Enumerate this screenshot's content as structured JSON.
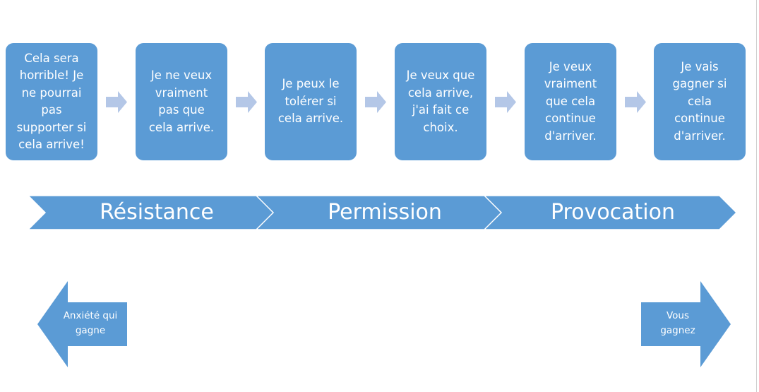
{
  "steps": [
    {
      "text": "Cela sera\nhorrible! Je\nne pourrai\npas\nsupporter si\ncela arrive!"
    },
    {
      "text": "Je ne veux\nvraiment\npas que\ncela arrive."
    },
    {
      "text": "Je peux le\ntolérer si\ncela arrive."
    },
    {
      "text": "Je veux que\ncela arrive,\nj'ai fait ce\nchoix."
    },
    {
      "text": "Je veux\nvraiment\nque cela\ncontinue\nd'arriver."
    },
    {
      "text": "Je vais\ngagner si\ncela\ncontinue\nd'arriver."
    }
  ],
  "stages": [
    "Résistance",
    "Permission",
    "Provocation"
  ],
  "extremes": {
    "left": "Anxiété qui\ngagne",
    "right": "Vous\ngagnez"
  },
  "colors": {
    "shape_fill": "#5b9bd5",
    "connector_fill": "#b4c7e7",
    "chevron_divider": "#ffffff",
    "text": "#ffffff",
    "background": "#ffffff"
  }
}
